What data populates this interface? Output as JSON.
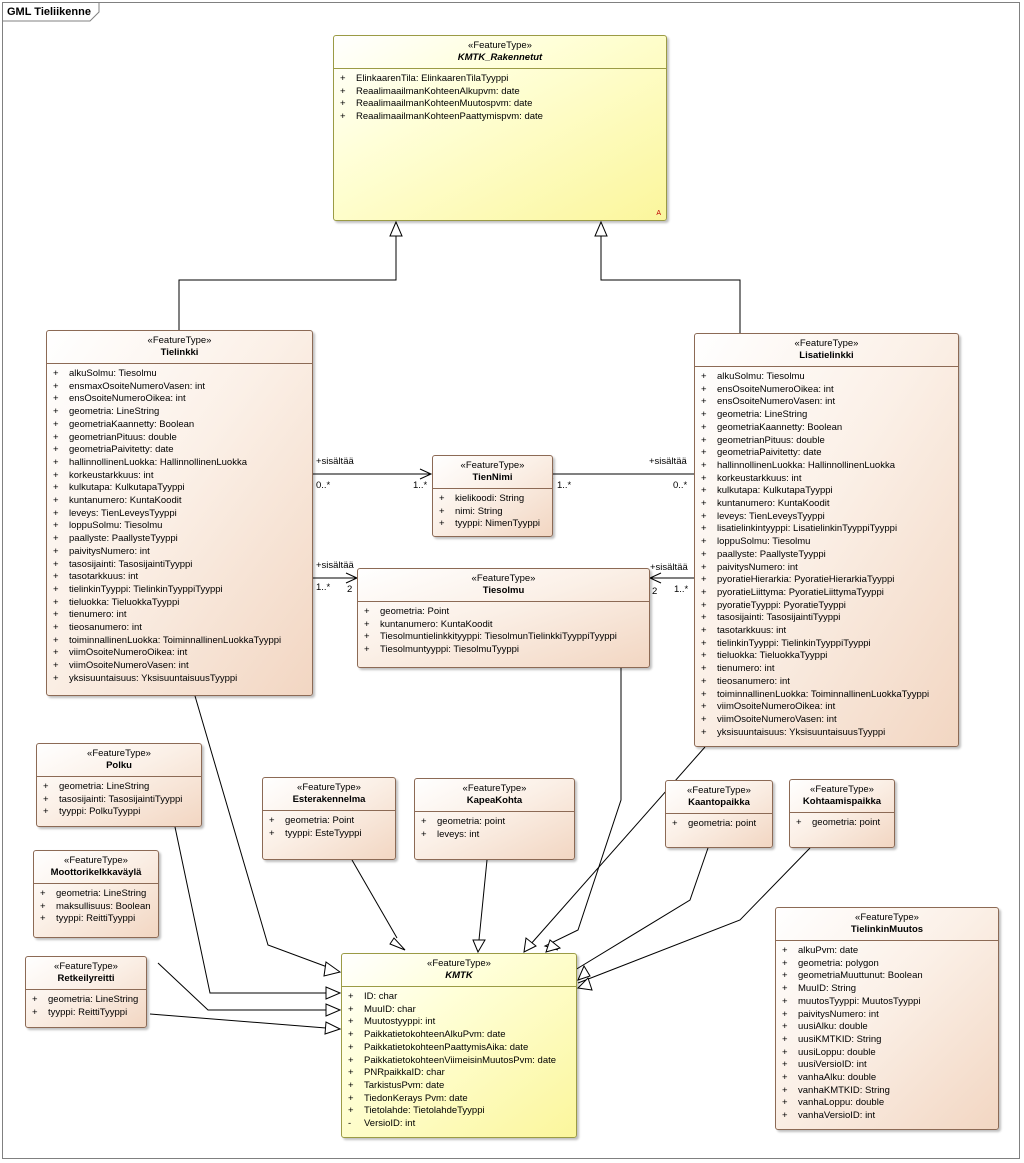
{
  "frame": {
    "title": "GML Tieliikenne"
  },
  "classes": {
    "rakennetut": {
      "stereotype": "«FeatureType»",
      "name": "KMTK_Rakennetut",
      "attributes": [
        {
          "vis": "+",
          "text": "ElinkaarenTila: ElinkaarenTilaTyyppi"
        },
        {
          "vis": "+",
          "text": "ReaalimaailmanKohteenAlkupvm: date"
        },
        {
          "vis": "+",
          "text": "ReaalimaailmanKohteenMuutospvm: date"
        },
        {
          "vis": "+",
          "text": "ReaalimaailmanKohteenPaattymispvm: date"
        }
      ],
      "marker": "A"
    },
    "tielinkki": {
      "stereotype": "«FeatureType»",
      "name": "Tielinkki",
      "attributes": [
        {
          "vis": "+",
          "text": "alkuSolmu: Tiesolmu"
        },
        {
          "vis": "+",
          "text": "ensmaxOsoiteNumeroVasen: int"
        },
        {
          "vis": "+",
          "text": "ensOsoiteNumeroOikea: int"
        },
        {
          "vis": "+",
          "text": "geometria: LineString"
        },
        {
          "vis": "+",
          "text": "geometriaKaannetty: Boolean"
        },
        {
          "vis": "+",
          "text": "geometrianPituus: double"
        },
        {
          "vis": "+",
          "text": "geometriaPaivitetty: date"
        },
        {
          "vis": "+",
          "text": "hallinnollinenLuokka: HallinnollinenLuokka"
        },
        {
          "vis": "+",
          "text": "korkeustarkkuus: int"
        },
        {
          "vis": "+",
          "text": "kulkutapa: KulkutapaTyyppi"
        },
        {
          "vis": "+",
          "text": "kuntanumero: KuntaKoodit"
        },
        {
          "vis": "+",
          "text": "leveys: TienLeveysTyyppi"
        },
        {
          "vis": "+",
          "text": "loppuSolmu: Tiesolmu"
        },
        {
          "vis": "+",
          "text": "paallyste: PaallysteTyyppi"
        },
        {
          "vis": "+",
          "text": "paivitysNumero: int"
        },
        {
          "vis": "+",
          "text": "tasosijainti: TasosijaintiTyyppi"
        },
        {
          "vis": "+",
          "text": "tasotarkkuus: int"
        },
        {
          "vis": "+",
          "text": "tielinkinTyyppi: TielinkinTyyppiTyyppi"
        },
        {
          "vis": "+",
          "text": "tieluokka: TieluokkaTyyppi"
        },
        {
          "vis": "+",
          "text": "tienumero: int"
        },
        {
          "vis": "+",
          "text": "tieosanumero: int"
        },
        {
          "vis": "+",
          "text": "toiminnallinenLuokka: ToiminnallinenLuokkaTyyppi"
        },
        {
          "vis": "+",
          "text": "viimOsoiteNumeroOikea: int"
        },
        {
          "vis": "+",
          "text": "viimOsoiteNumeroVasen: int"
        },
        {
          "vis": "+",
          "text": "yksisuuntaisuus: YksisuuntaisuusTyyppi"
        }
      ]
    },
    "lisatielinkki": {
      "stereotype": "«FeatureType»",
      "name": "Lisatielinkki",
      "attributes": [
        {
          "vis": "+",
          "text": "alkuSolmu: Tiesolmu"
        },
        {
          "vis": "+",
          "text": "ensOsoiteNumeroOikea: int"
        },
        {
          "vis": "+",
          "text": "ensOsoiteNumeroVasen: int"
        },
        {
          "vis": "+",
          "text": "geometria: LineString"
        },
        {
          "vis": "+",
          "text": "geometriaKaannetty: Boolean"
        },
        {
          "vis": "+",
          "text": "geometrianPituus: double"
        },
        {
          "vis": "+",
          "text": "geometriaPaivitetty: date"
        },
        {
          "vis": "+",
          "text": "hallinnollinenLuokka: HallinnollinenLuokka"
        },
        {
          "vis": "+",
          "text": "korkeustarkkuus: int"
        },
        {
          "vis": "+",
          "text": "kulkutapa: KulkutapaTyyppi"
        },
        {
          "vis": "+",
          "text": "kuntanumero: KuntaKoodit"
        },
        {
          "vis": "+",
          "text": "leveys: TienLeveysTyyppi"
        },
        {
          "vis": "+",
          "text": "lisatielinkintyyppi: LisatielinkinTyyppiTyyppi"
        },
        {
          "vis": "+",
          "text": "loppuSolmu: Tiesolmu"
        },
        {
          "vis": "+",
          "text": "paallyste: PaallysteTyyppi"
        },
        {
          "vis": "+",
          "text": "paivitysNumero: int"
        },
        {
          "vis": "+",
          "text": "pyoratieHierarkia: PyoratieHierarkiaTyyppi"
        },
        {
          "vis": "+",
          "text": "pyoratieLiittyma: PyoratieLiittymaTyyppi"
        },
        {
          "vis": "+",
          "text": "pyoratieTyyppi: PyoratieTyyppi"
        },
        {
          "vis": "+",
          "text": "tasosijainti: TasosijaintiTyyppi"
        },
        {
          "vis": "+",
          "text": "tasotarkkuus: int"
        },
        {
          "vis": "+",
          "text": "tielinkinTyyppi: TielinkinTyyppiTyyppi"
        },
        {
          "vis": "+",
          "text": "tieluokka: TieluokkaTyyppi"
        },
        {
          "vis": "+",
          "text": "tienumero: int"
        },
        {
          "vis": "+",
          "text": "tieosanumero: int"
        },
        {
          "vis": "+",
          "text": "toiminnallinenLuokka: ToiminnallinenLuokkaTyyppi"
        },
        {
          "vis": "+",
          "text": "viimOsoiteNumeroOikea: int"
        },
        {
          "vis": "+",
          "text": "viimOsoiteNumeroVasen: int"
        },
        {
          "vis": "+",
          "text": "yksisuuntaisuus: YksisuuntaisuusTyyppi"
        }
      ]
    },
    "tiennimi": {
      "stereotype": "«FeatureType»",
      "name": "TienNimi",
      "attributes": [
        {
          "vis": "+",
          "text": "kielikoodi: String"
        },
        {
          "vis": "+",
          "text": "nimi: String"
        },
        {
          "vis": "+",
          "text": "tyyppi: NimenTyyppi"
        }
      ]
    },
    "tiesolmu": {
      "stereotype": "«FeatureType»",
      "name": "Tiesolmu",
      "attributes": [
        {
          "vis": "+",
          "text": "geometria: Point"
        },
        {
          "vis": "+",
          "text": "kuntanumero: KuntaKoodit"
        },
        {
          "vis": "+",
          "text": "Tiesolmuntielinkkityyppi: TiesolmunTielinkkiTyyppiTyyppi"
        },
        {
          "vis": "+",
          "text": "Tiesolmuntyyppi: TiesolmuTyyppi"
        }
      ]
    },
    "polku": {
      "stereotype": "«FeatureType»",
      "name": "Polku",
      "attributes": [
        {
          "vis": "+",
          "text": "geometria: LineString"
        },
        {
          "vis": "+",
          "text": "tasosijainti: TasosijaintiTyyppi"
        },
        {
          "vis": "+",
          "text": "tyyppi: PolkuTyyppi"
        }
      ]
    },
    "esterakennelma": {
      "stereotype": "«FeatureType»",
      "name": "Esterakennelma",
      "attributes": [
        {
          "vis": "+",
          "text": "geometria: Point"
        },
        {
          "vis": "+",
          "text": "tyyppi: EsteTyyppi"
        }
      ]
    },
    "kapeakohta": {
      "stereotype": "«FeatureType»",
      "name": "KapeaKohta",
      "attributes": [
        {
          "vis": "+",
          "text": "geometria: point"
        },
        {
          "vis": "+",
          "text": "leveys: int"
        }
      ]
    },
    "kaantopaikka": {
      "stereotype": "«FeatureType»",
      "name": "Kaantopaikka",
      "attributes": [
        {
          "vis": "+",
          "text": "geometria: point"
        }
      ]
    },
    "kohtaamispaikka": {
      "stereotype": "«FeatureType»",
      "name": "Kohtaamispaikka",
      "attributes": [
        {
          "vis": "+",
          "text": "geometria: point"
        }
      ]
    },
    "moottorikelkkavayla": {
      "stereotype": "«FeatureType»",
      "name": "Moottorikelkkaväylä",
      "attributes": [
        {
          "vis": "+",
          "text": "geometria: LineString"
        },
        {
          "vis": "+",
          "text": "maksullisuus: Boolean"
        },
        {
          "vis": "+",
          "text": "tyyppi: ReittiTyyppi"
        }
      ]
    },
    "retkeilyreitti": {
      "stereotype": "«FeatureType»",
      "name": "Retkeilyreitti",
      "attributes": [
        {
          "vis": "+",
          "text": "geometria: LineString"
        },
        {
          "vis": "+",
          "text": "tyyppi: ReittiTyyppi"
        }
      ]
    },
    "kmtk": {
      "stereotype": "«FeatureType»",
      "name": "KMTK",
      "attributes": [
        {
          "vis": "+",
          "text": "ID: char"
        },
        {
          "vis": "+",
          "text": "MuuID: char"
        },
        {
          "vis": "+",
          "text": "Muutostyyppi: int"
        },
        {
          "vis": "+",
          "text": "PaikkatietokohteenAlkuPvm: date"
        },
        {
          "vis": "+",
          "text": "PaikkatietokohteenPaattymisAika: date"
        },
        {
          "vis": "+",
          "text": "PaikkatietokohteenViimeisinMuutosPvm: date"
        },
        {
          "vis": "+",
          "text": "PNRpaikkaID: char"
        },
        {
          "vis": "+",
          "text": "TarkistusPvm: date"
        },
        {
          "vis": "+",
          "text": "TiedonKerays Pvm: date"
        },
        {
          "vis": "+",
          "text": "Tietolahde: TietolahdeTyyppi"
        },
        {
          "vis": "-",
          "text": "VersioID: int"
        }
      ]
    },
    "tielinkinmuutos": {
      "stereotype": "«FeatureType»",
      "name": "TielinkinMuutos",
      "attributes": [
        {
          "vis": "+",
          "text": "alkuPvm: date"
        },
        {
          "vis": "+",
          "text": "geometria: polygon"
        },
        {
          "vis": "+",
          "text": "geometriaMuuttunut: Boolean"
        },
        {
          "vis": "+",
          "text": "MuuID: String"
        },
        {
          "vis": "+",
          "text": "muutosTyyppi: MuutosTyyppi"
        },
        {
          "vis": "+",
          "text": "paivitysNumero: int"
        },
        {
          "vis": "+",
          "text": "uusiAlku: double"
        },
        {
          "vis": "+",
          "text": "uusiKMTKID: String"
        },
        {
          "vis": "+",
          "text": "uusiLoppu: double"
        },
        {
          "vis": "+",
          "text": "uusiVersioID: int"
        },
        {
          "vis": "+",
          "text": "vanhaAlku: double"
        },
        {
          "vis": "+",
          "text": "vanhaKMTKID: String"
        },
        {
          "vis": "+",
          "text": "vanhaLoppu: double"
        },
        {
          "vis": "+",
          "text": "vanhaVersioID: int"
        }
      ]
    }
  },
  "associations": {
    "tl_tn": {
      "name": "+sisältää",
      "source_mult": "0..*",
      "target_mult": "1..*"
    },
    "lt_tn": {
      "name": "+sisältää",
      "source_mult": "0..*",
      "target_mult": "1..*"
    },
    "tl_ts": {
      "name": "+sisältää",
      "source_mult": "1..*",
      "target_mult": "2"
    },
    "lt_ts": {
      "name": "+sisältää",
      "source_mult": "1..*",
      "target_mult": "2"
    }
  }
}
